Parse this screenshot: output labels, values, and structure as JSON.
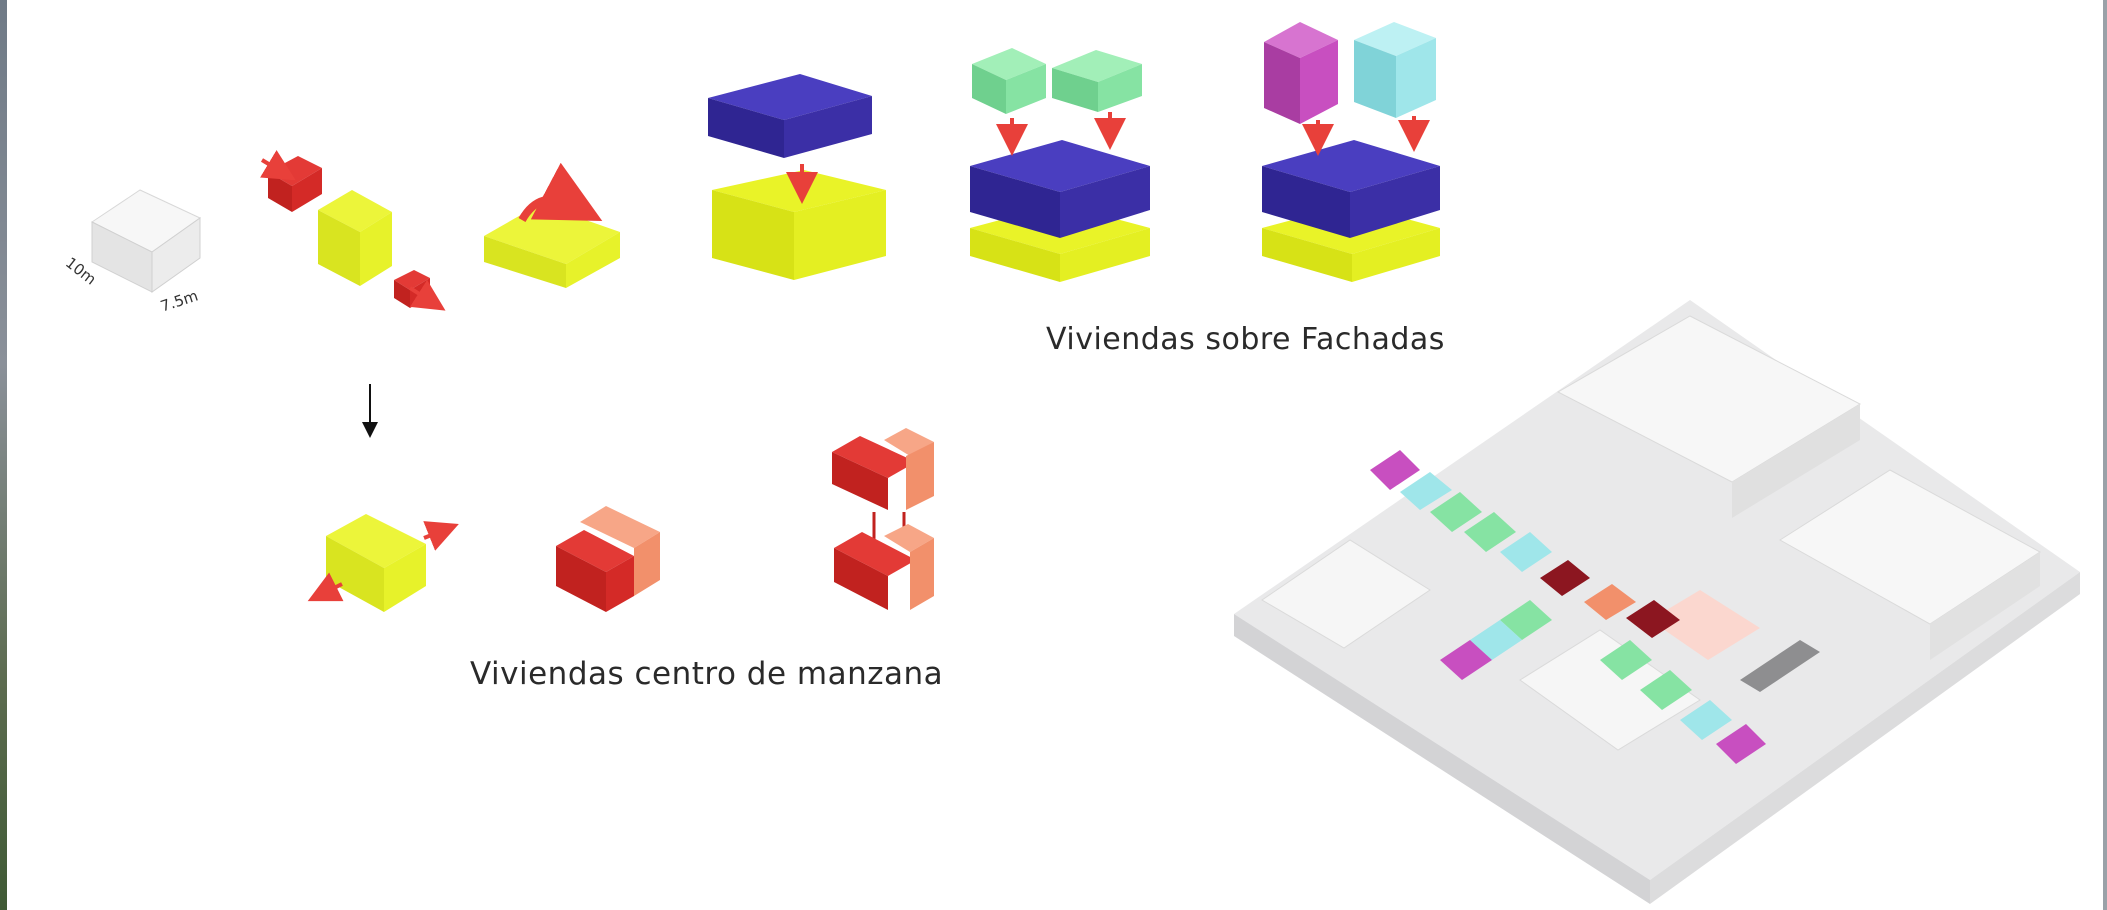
{
  "captions": {
    "fachadas": "Viviendas sobre Fachadas",
    "centro": "Viviendas centro de manzana"
  },
  "dimensions": {
    "depth": "10m",
    "width": "7.5m"
  },
  "colors": {
    "yellow": "#e7f22a",
    "blue": "#3b2fa6",
    "red": "#d42a27",
    "salmon": "#f2906b",
    "mint": "#86e3a3",
    "magenta": "#c84fc0",
    "cyan": "#9fe6ea",
    "maroon": "#8c1620",
    "white_block": "#f2f2f2",
    "arrow": "#e8403a"
  }
}
